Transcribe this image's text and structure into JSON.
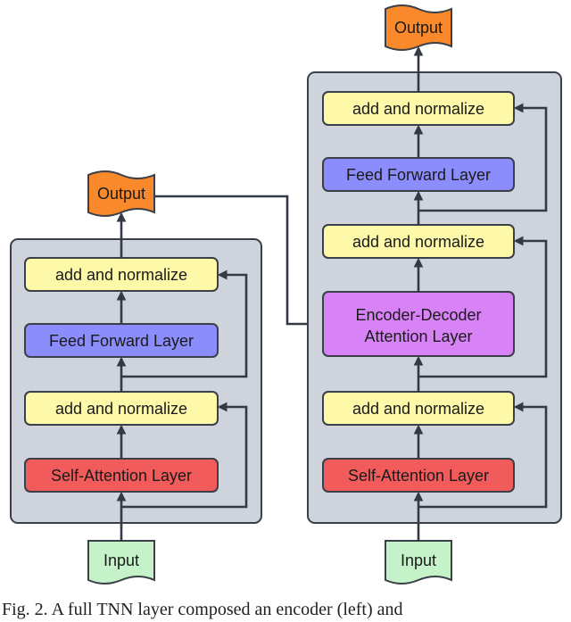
{
  "colors": {
    "panel": "#cfd3dc",
    "panel_stroke": "#3a3f48",
    "add_norm": "#fef9a8",
    "feed_forward": "#8a8dfb",
    "self_attention": "#f25b5b",
    "enc_dec_attention": "#d883f5",
    "output": "#f9892a",
    "input": "#c6f2c9",
    "arrow": "#333a45"
  },
  "encoder": {
    "output_label": "Output",
    "add_norm_top_label": "add and normalize",
    "feed_forward_label": "Feed Forward Layer",
    "add_norm_bottom_label": "add and normalize",
    "self_attention_label": "Self-Attention Layer",
    "input_label": "Input"
  },
  "decoder": {
    "output_label": "Output",
    "add_norm_top_label": "add and normalize",
    "feed_forward_label": "Feed Forward Layer",
    "add_norm_mid_label": "add and normalize",
    "enc_dec_attention_line1": "Encoder-Decoder",
    "enc_dec_attention_line2": "Attention Layer",
    "add_norm_bottom_label": "add and normalize",
    "self_attention_label": "Self-Attention Layer",
    "input_label": "Input"
  },
  "caption": "Fig. 2.  A full TNN layer composed an encoder (left) and"
}
